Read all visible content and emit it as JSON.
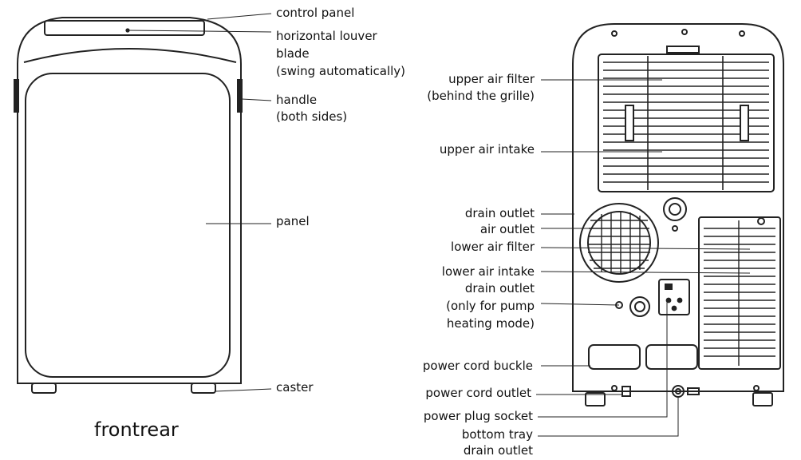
{
  "caption": "frontrear",
  "front_labels": {
    "control_panel": "control panel",
    "louver_1": "horizontal louver",
    "louver_2": "blade",
    "louver_3": "(swing automatically)",
    "handle_1": "handle",
    "handle_2": "(both sides)",
    "panel": "panel",
    "caster": "caster"
  },
  "rear_labels": {
    "upper_filter_1": "upper air filter",
    "upper_filter_2": "(behind the grille)",
    "upper_intake": "upper air intake",
    "drain_outlet": "drain outlet",
    "air_outlet": "air outlet",
    "lower_filter": "lower air filter",
    "lower_intake": "lower air intake",
    "pump_drain_1": "drain outlet",
    "pump_drain_2": "(only for pump",
    "pump_drain_3": "heating mode)",
    "cord_buckle": "power cord buckle",
    "cord_outlet": "power cord outlet",
    "plug_socket": "power plug socket",
    "tray_1": "bottom tray",
    "tray_2": "drain outlet"
  },
  "colors": {
    "line": "#222222",
    "background": "#ffffff"
  }
}
